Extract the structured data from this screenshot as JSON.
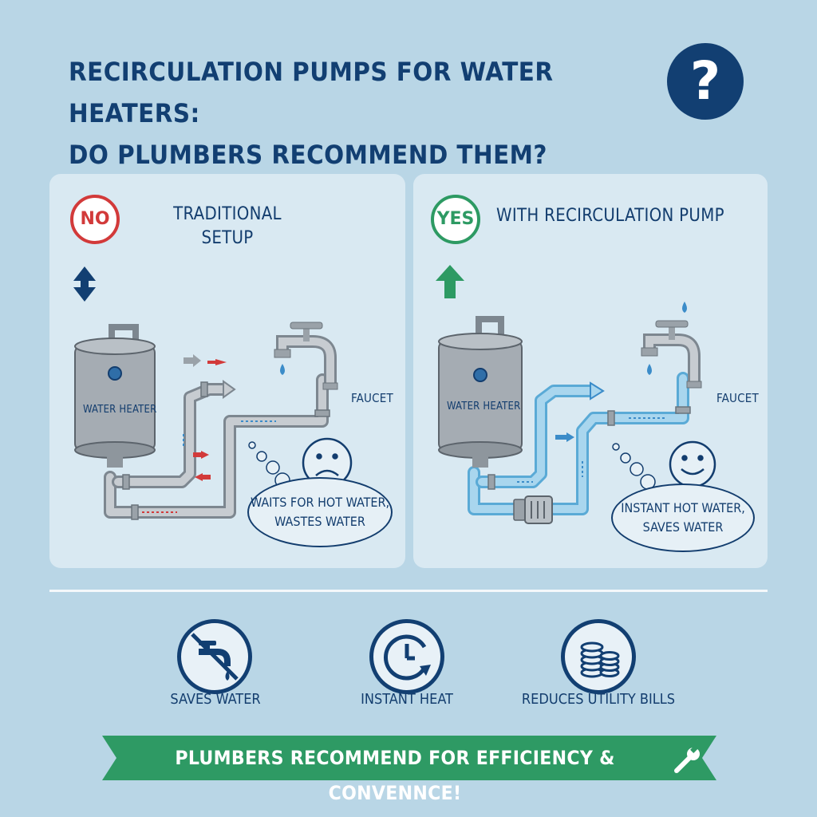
{
  "title": {
    "line1": "RECIRCULATION PUMPS FOR WATER HEATERS:",
    "line2": "DO PLUMBERS RECOMMEND THEM?",
    "icon": "question-mark-icon"
  },
  "left_panel": {
    "badge": "NO",
    "heading_line1": "TRADITIONAL",
    "heading_line2": "SETUP",
    "heater_label": "WATER HEATER",
    "faucet_label": "FAUCET",
    "bubble_line1": "WAITS FOR HOT WATER,",
    "bubble_line2": "WASTES WATER",
    "face": "sad-face-icon"
  },
  "right_panel": {
    "badge": "YES",
    "heading": "WITH RECIRCULATION PUMP",
    "heater_label": "WATER HEATER",
    "faucet_label": "FAUCET",
    "bubble_line1": "INSTANT HOT WATER,",
    "bubble_line2": "SAVES WATER",
    "face": "happy-face-icon"
  },
  "benefits": [
    {
      "label": "SAVES WATER",
      "icon": "no-faucet-icon"
    },
    {
      "label": "INSTANT HEAT",
      "icon": "clock-icon"
    },
    {
      "label": "REDUCES UTILITY BILLS",
      "icon": "coins-icon"
    }
  ],
  "banner": {
    "text": "PLUMBERS RECOMMEND FOR EFFICIENCY & CONVENNCE!",
    "icon": "wrench-icon"
  },
  "colors": {
    "background": "#b9d6e6",
    "navy": "#123f72",
    "no_red": "#d23a3a",
    "yes_green": "#2d9a63",
    "banner_green": "#2e9a64",
    "pipe_blue": "#8cc6e6"
  }
}
